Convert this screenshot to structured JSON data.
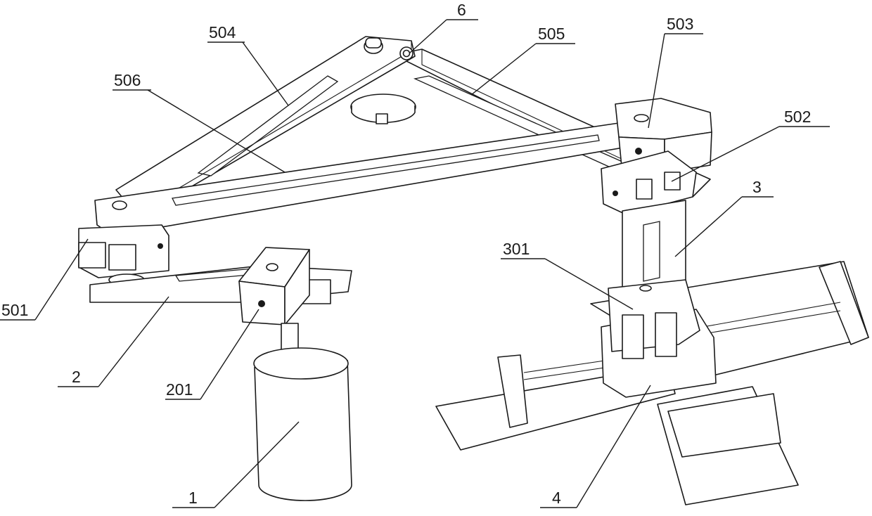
{
  "figure": {
    "labels": {
      "l1": "1",
      "l2": "2",
      "l201": "201",
      "l3": "3",
      "l301": "301",
      "l4": "4",
      "l501": "501",
      "l502": "502",
      "l503": "503",
      "l504": "504",
      "l505": "505",
      "l506": "506",
      "l6": "6"
    }
  }
}
